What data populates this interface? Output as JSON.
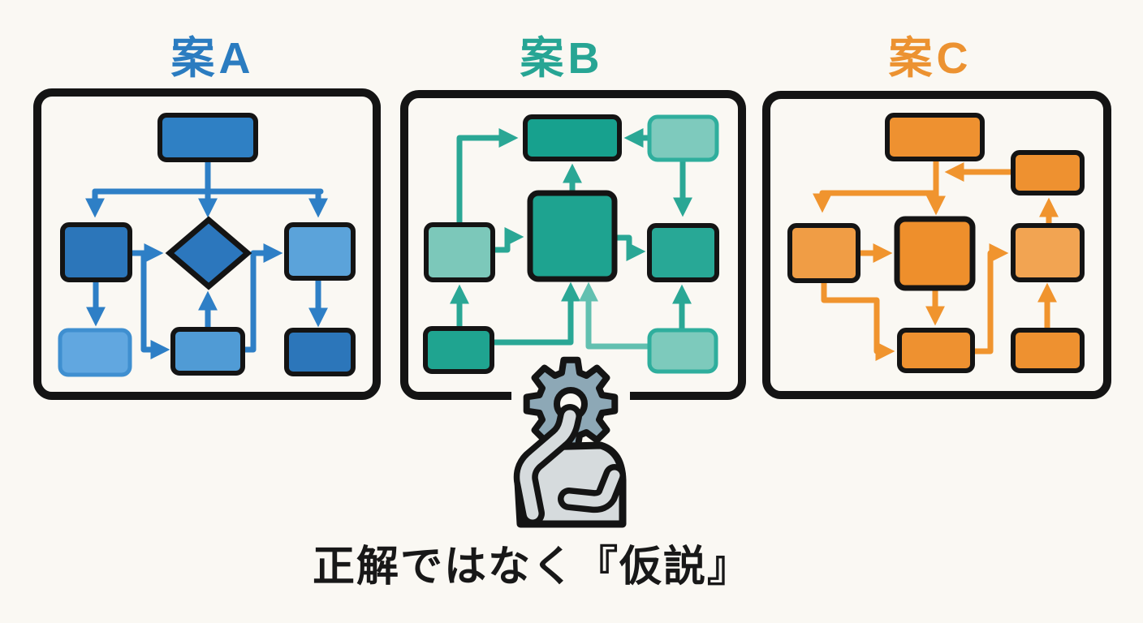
{
  "caption": {
    "text": "正解ではなく『仮説』"
  },
  "plans": [
    {
      "id": "A",
      "label": "案A",
      "accent_color": "#2b7cc0",
      "flow": {
        "type": "flowchart",
        "direction": "top-down",
        "nodes": [
          {
            "id": "a-top",
            "shape": "rect",
            "tone": "medium-blue"
          },
          {
            "id": "a-left",
            "shape": "rect",
            "tone": "dark-blue"
          },
          {
            "id": "a-decision",
            "shape": "diamond",
            "tone": "medium-blue"
          },
          {
            "id": "a-right",
            "shape": "rect",
            "tone": "light-blue"
          },
          {
            "id": "a-bottom-left",
            "shape": "rounded-rect",
            "tone": "light-blue"
          },
          {
            "id": "a-bottom-center",
            "shape": "rect",
            "tone": "light-blue"
          },
          {
            "id": "a-bottom-right",
            "shape": "rect",
            "tone": "dark-blue"
          }
        ],
        "edges": [
          [
            "a-top",
            "a-left"
          ],
          [
            "a-top",
            "a-decision"
          ],
          [
            "a-top",
            "a-right"
          ],
          [
            "a-left",
            "a-decision"
          ],
          [
            "a-left",
            "a-bottom-left"
          ],
          [
            "a-left",
            "a-bottom-center"
          ],
          [
            "a-bottom-center",
            "a-decision"
          ],
          [
            "a-bottom-center",
            "a-right"
          ],
          [
            "a-right",
            "a-bottom-right"
          ]
        ]
      }
    },
    {
      "id": "B",
      "label": "案B",
      "accent_color": "#27a594",
      "flow": {
        "type": "flowchart",
        "direction": "hub-and-spoke",
        "nodes": [
          {
            "id": "b-top",
            "shape": "rect",
            "tone": "teal"
          },
          {
            "id": "b-top-right",
            "shape": "rounded-rect",
            "tone": "light-teal"
          },
          {
            "id": "b-left-mid",
            "shape": "rect",
            "tone": "light-teal"
          },
          {
            "id": "b-center",
            "shape": "large-rect",
            "tone": "teal"
          },
          {
            "id": "b-right-mid",
            "shape": "rect",
            "tone": "teal"
          },
          {
            "id": "b-bottom-left",
            "shape": "rect",
            "tone": "teal"
          },
          {
            "id": "b-bottom-right",
            "shape": "rounded-rect",
            "tone": "light-teal"
          }
        ],
        "edges": [
          [
            "b-left-mid",
            "b-top"
          ],
          [
            "b-top-right",
            "b-top"
          ],
          [
            "b-top-right",
            "b-right-mid"
          ],
          [
            "b-center",
            "b-top"
          ],
          [
            "b-left-mid",
            "b-center"
          ],
          [
            "b-center",
            "b-right-mid"
          ],
          [
            "b-bottom-left",
            "b-left-mid"
          ],
          [
            "b-bottom-left",
            "b-center"
          ],
          [
            "b-bottom-right",
            "b-center"
          ],
          [
            "b-bottom-right",
            "b-right-mid"
          ]
        ]
      }
    },
    {
      "id": "C",
      "label": "案C",
      "accent_color": "#ec9231",
      "flow": {
        "type": "flowchart",
        "direction": "cyclic",
        "nodes": [
          {
            "id": "c-top",
            "shape": "rect",
            "tone": "orange"
          },
          {
            "id": "c-top-right",
            "shape": "rect",
            "tone": "orange"
          },
          {
            "id": "c-left-mid",
            "shape": "rect",
            "tone": "light-orange"
          },
          {
            "id": "c-center",
            "shape": "large-rect",
            "tone": "orange"
          },
          {
            "id": "c-right-mid",
            "shape": "rect",
            "tone": "light-orange"
          },
          {
            "id": "c-bottom-center",
            "shape": "rect",
            "tone": "orange"
          },
          {
            "id": "c-bottom-right",
            "shape": "rect",
            "tone": "orange"
          }
        ],
        "edges": [
          [
            "c-top",
            "c-left-mid"
          ],
          [
            "c-top",
            "c-center"
          ],
          [
            "c-top-right",
            "c-top"
          ],
          [
            "c-left-mid",
            "c-center"
          ],
          [
            "c-center",
            "c-bottom-center"
          ],
          [
            "c-left-mid",
            "c-bottom-center"
          ],
          [
            "c-bottom-center",
            "c-right-mid"
          ],
          [
            "c-right-mid",
            "c-top-right"
          ],
          [
            "c-bottom-right",
            "c-right-mid"
          ]
        ]
      }
    }
  ],
  "icons": [
    "gear-icon",
    "thinking-person-icon"
  ],
  "colors": {
    "background": "#faf8f3",
    "outline_black": "#141414",
    "plan_a_arrow_blue": "#2e7fc6",
    "plan_b_arrow_teal": "#2aa795",
    "plan_b_arrow_light_teal": "#62c0b0",
    "plan_c_arrow_orange": "#f0942e",
    "gear_fill": "#8da8b6",
    "body_fill": "#d6dbdd"
  }
}
